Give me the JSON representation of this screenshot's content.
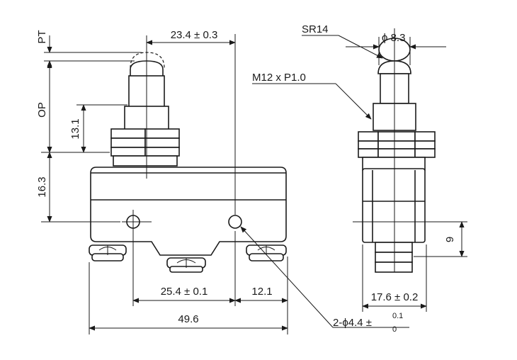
{
  "labels": {
    "pt": "PT",
    "op": "OP",
    "d131": "13.1",
    "d163": "16.3",
    "d234": "23.4 ± 0.3",
    "d254": "25.4 ± 0.1",
    "d121": "12.1",
    "d496": "49.6",
    "sr14": "SR14",
    "phi83": "ϕ 8.3",
    "m12": "M12 x P1.0",
    "d9": "9",
    "d176": "17.6 ± 0.2",
    "hole_main": "2-ϕ4.4 ±",
    "hole_tol_upper": "0.1",
    "hole_tol_lower": "0"
  }
}
